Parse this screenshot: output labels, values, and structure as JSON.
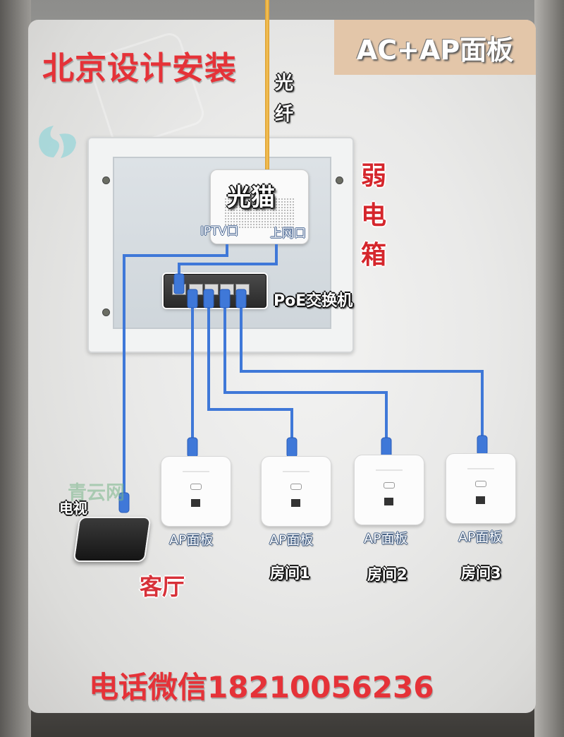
{
  "header": {
    "title": "北京设计安装",
    "badge": "AC+AP面板"
  },
  "fiber": {
    "label": "光纤",
    "color": "#f2b94a"
  },
  "weak_current_box": {
    "label": "弱电箱"
  },
  "modem": {
    "title": "光猫",
    "port_iptv": "IPTV口",
    "port_internet": "上网口"
  },
  "switch": {
    "label": "PoE交换机",
    "port_count": 5
  },
  "tv": {
    "label": "电视",
    "room": "客厅"
  },
  "access_points": [
    {
      "label": "AP面板",
      "room": ""
    },
    {
      "label": "AP面板",
      "room": "房间1"
    },
    {
      "label": "AP面板",
      "room": "房间2"
    },
    {
      "label": "AP面板",
      "room": "房间3"
    }
  ],
  "watermark": {
    "text": "青云网"
  },
  "footer": {
    "contact": "电话微信18210056236"
  },
  "colors": {
    "accent_red": "#e53238",
    "cable_blue": "#3f78d8",
    "badge_tan": "#e3c6a9"
  }
}
